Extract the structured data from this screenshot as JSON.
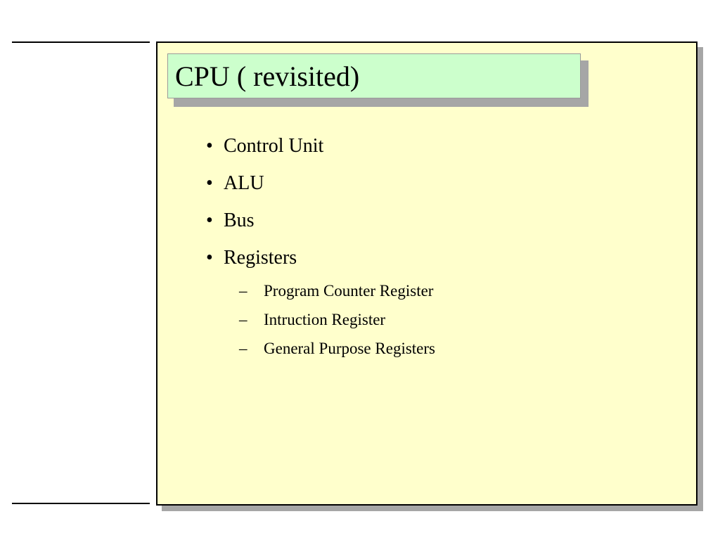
{
  "slide": {
    "title": "CPU ( revisited)",
    "bullets": [
      {
        "label": "Control Unit",
        "marker": "•"
      },
      {
        "label": "ALU",
        "marker": "•"
      },
      {
        "label": "Bus",
        "marker": "•"
      },
      {
        "label": "Registers",
        "marker": "•"
      }
    ],
    "sub_bullets": [
      {
        "label": "Program Counter Register",
        "marker": "–"
      },
      {
        "label": "Intruction Register",
        "marker": "–"
      },
      {
        "label": "General Purpose Registers",
        "marker": "–"
      }
    ]
  },
  "colors": {
    "panel_background": "#ffffcc",
    "title_background": "#ccffcc",
    "shadow": "#a6a6a6"
  }
}
